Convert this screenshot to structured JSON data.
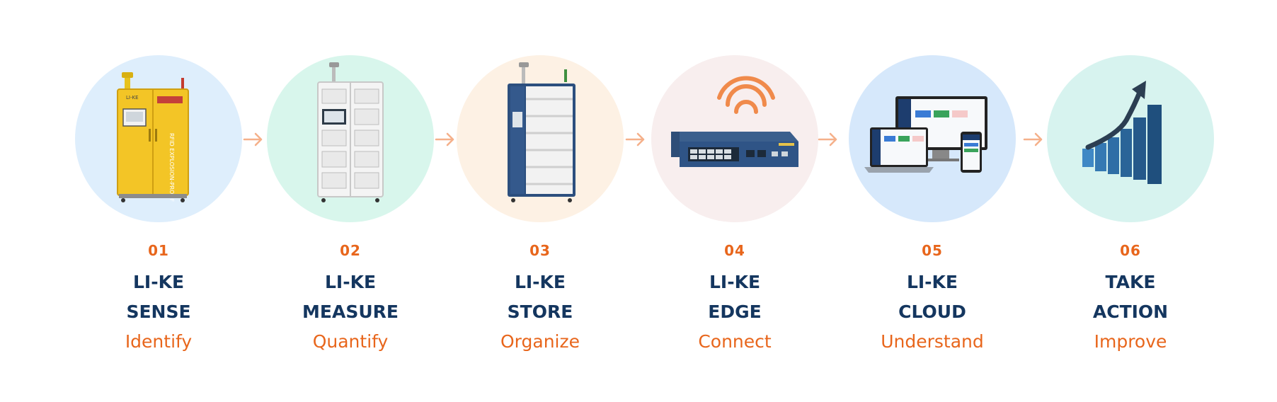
{
  "steps": [
    {
      "number": "01",
      "title_line1": "LI-KE",
      "title_line2": "SENSE",
      "subtitle": "Identify",
      "circle_color": "#deeefc",
      "image": "yellow-chemical-cabinet-icon"
    },
    {
      "number": "02",
      "title_line1": "LI-KE",
      "title_line2": "MEASURE",
      "subtitle": "Quantify",
      "circle_color": "#d8f6ec",
      "image": "white-smart-cabinet-icon"
    },
    {
      "number": "03",
      "title_line1": "LI-KE",
      "title_line2": "STORE",
      "subtitle": "Organize",
      "circle_color": "#fdf1e4",
      "image": "blue-storage-rack-icon"
    },
    {
      "number": "04",
      "title_line1": "LI-KE",
      "title_line2": "EDGE",
      "subtitle": "Connect",
      "circle_color": "#f8eeee",
      "image": "network-switch-wifi-icon"
    },
    {
      "number": "05",
      "title_line1": "LI-KE",
      "title_line2": "CLOUD",
      "subtitle": "Understand",
      "circle_color": "#d6e8fb",
      "image": "multi-device-dashboard-icon"
    },
    {
      "number": "06",
      "title_line1": "TAKE",
      "title_line2": "ACTION",
      "subtitle": "Improve",
      "circle_color": "#d7f3ef",
      "image": "growth-bar-chart-icon"
    }
  ],
  "colors": {
    "accent": "#e8661c",
    "title": "#14365f",
    "arrow": "#f5b08a"
  }
}
